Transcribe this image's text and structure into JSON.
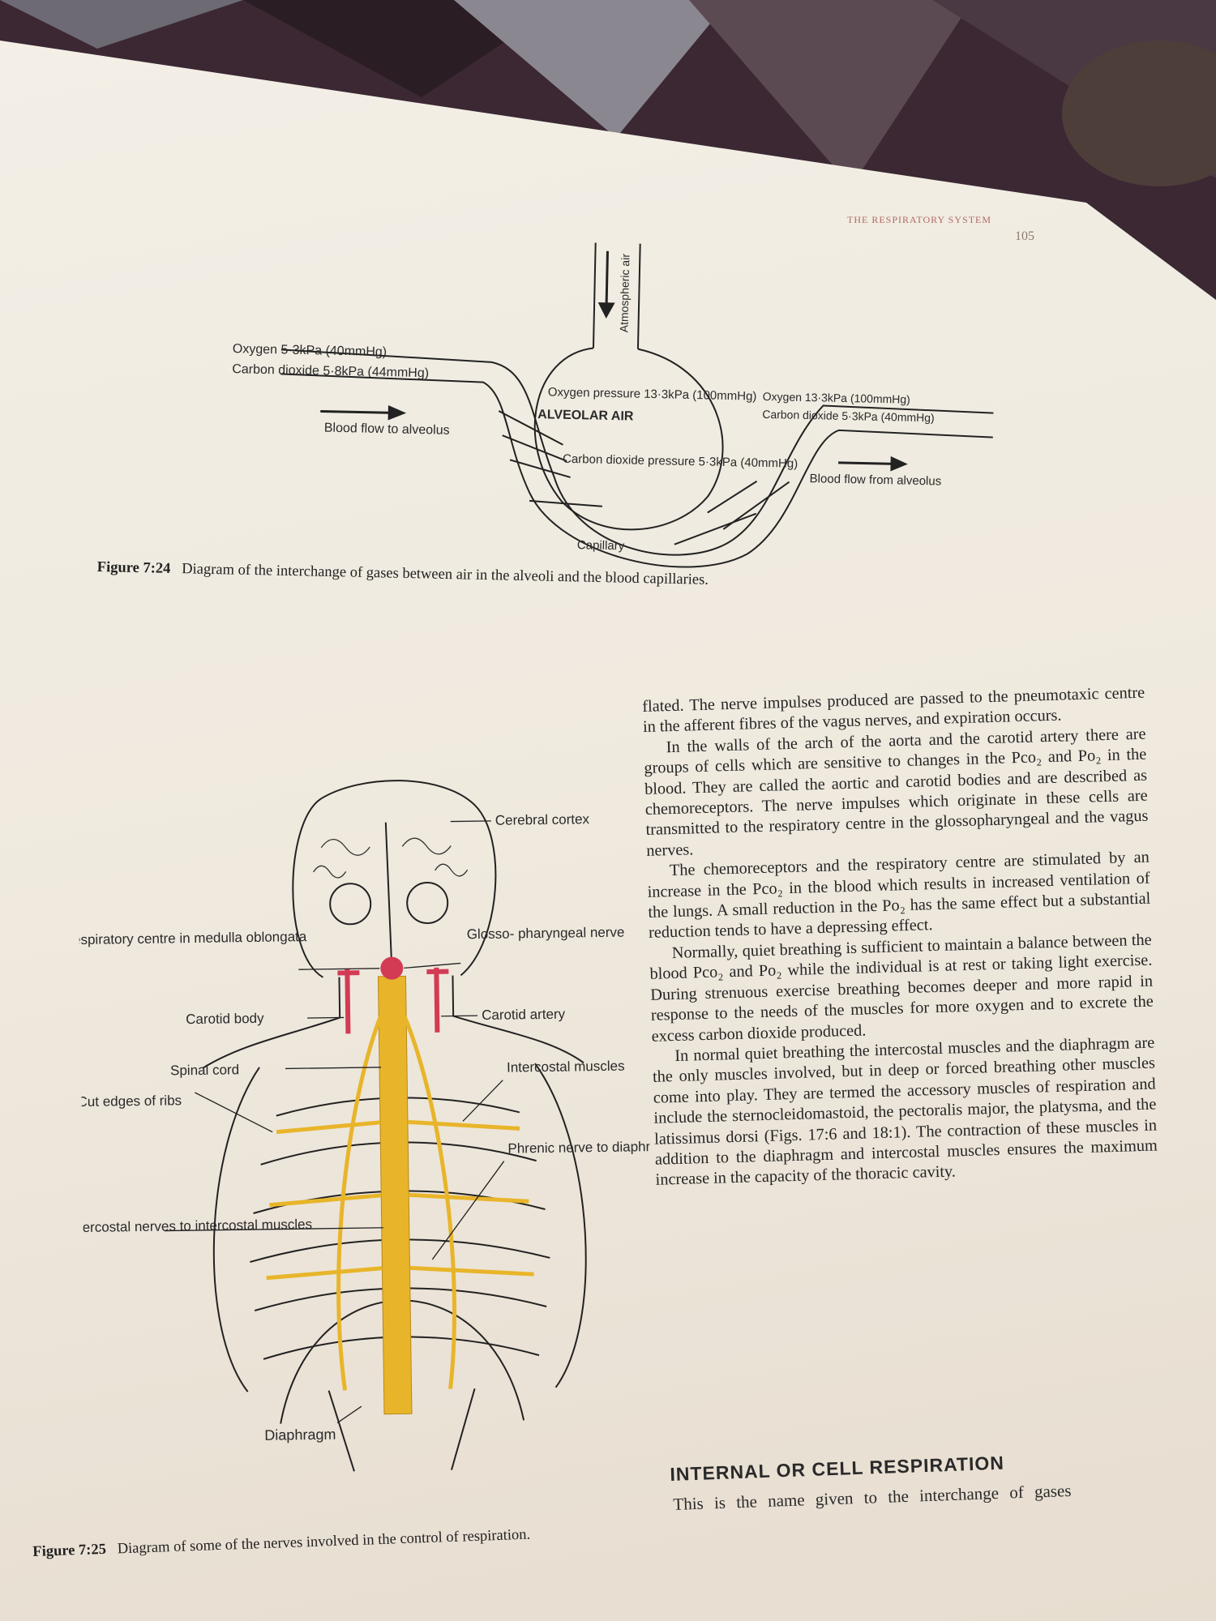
{
  "running_head": "THE RESPIRATORY SYSTEM",
  "page_number": "105",
  "figure_724": {
    "atmospheric_air": "Atmospheric air",
    "oxygen_left": "Oxygen 5·3kPa (40mmHg)",
    "co2_left": "Carbon dioxide 5·8kPa (44mmHg)",
    "blood_flow_to": "Blood flow to alveolus",
    "oxygen_pressure": "Oxygen pressure 13·3kPa (100mmHg)",
    "alveolar_air": "ALVEOLAR AIR",
    "co2_pressure": "Carbon dioxide pressure 5·3kPa (40mmHg)",
    "capillary": "Capillary",
    "oxygen_right": "Oxygen 13·3kPa (100mmHg)",
    "co2_right": "Carbon dioxide 5·3kPa (40mmHg)",
    "blood_flow_from": "Blood flow from alveolus",
    "caption_label": "Figure 7:24",
    "caption_text": "Diagram of the interchange of gases between air in the alveoli and the blood capillaries."
  },
  "figure_725": {
    "cerebral_cortex": "Cerebral cortex",
    "respiratory_centre": "Respiratory centre in medulla oblongata",
    "glossopharyngeal": "Glosso- pharyngeal nerve",
    "carotid_body": "Carotid body",
    "carotid_artery": "Carotid artery",
    "spinal_cord": "Spinal cord",
    "intercostal_muscles": "Intercostal muscles",
    "cut_edges": "Cut edges of ribs",
    "phrenic": "Phrenic nerve to diaphragm",
    "intercostal_nerves": "Intercostal nerves to intercostal muscles",
    "diaphragm": "Diaphragm",
    "caption_label": "Figure 7:25",
    "caption_text": "Diagram of some of the nerves involved in the control of respiration."
  },
  "body_text": [
    "flated. The nerve impulses produced are passed to the pneumotaxic centre in the afferent fibres of the vagus nerves, and expiration occurs.",
    "In the walls of the arch of the aorta and the carotid artery there are groups of cells which are sensitive to changes in the Pco₂ and Po₂ in the blood. They are called the aortic and carotid bodies and are described as chemoreceptors. The nerve impulses which originate in these cells are transmitted to the respiratory centre in the glossopharyngeal and the vagus nerves.",
    "The chemoreceptors and the respiratory centre are stimulated by an increase in the Pco₂ in the blood which results in increased ventilation of the lungs. A small reduction in the Po₂ has the same effect but a substantial reduction tends to have a depressing effect.",
    "Normally, quiet breathing is sufficient to maintain a balance between the blood Pco₂ and Po₂ while the individual is at rest or taking light exercise. During strenuous exercise breathing becomes deeper and more rapid in response to the needs of the muscles for more oxygen and to excrete the excess carbon dioxide produced.",
    "In normal quiet breathing the intercostal muscles and the diaphragm are the only muscles involved, but in deep or forced breathing other muscles come into play. They are termed the accessory muscles of respiration and include the sternocleidomastoid, the pectoralis major, the platysma, and the latissimus dorsi (Figs. 17:6 and 18:1). The contraction of these muscles in addition to the diaphragm and intercostal muscles ensures the maximum increase in the capacity of the thoracic cavity."
  ],
  "section_heading": "INTERNAL OR CELL RESPIRATION",
  "section_first_line": "This is the name given to the interchange of gases",
  "colors": {
    "nerve_yellow": "#e8b52a",
    "artery_red": "#d33b55",
    "paper": "#efe9de"
  }
}
